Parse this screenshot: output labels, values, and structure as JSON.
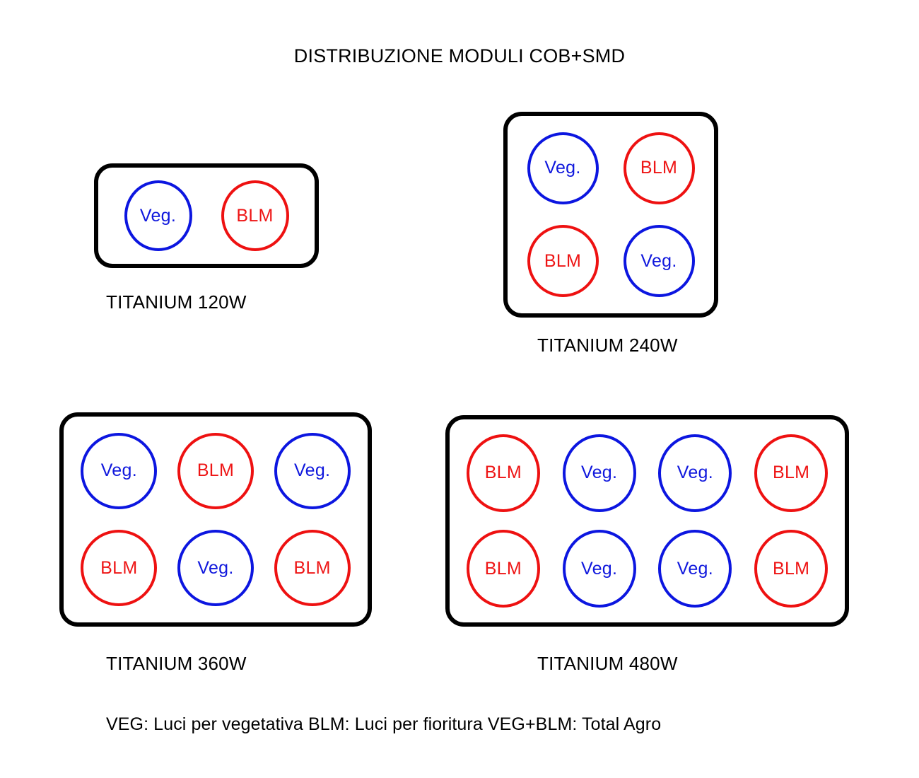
{
  "title": "DISTRIBUZIONE MODULI COB+SMD",
  "colors": {
    "veg": "#0c16e0",
    "blm": "#ee1111",
    "panel_border": "#000000",
    "background": "#ffffff",
    "text": "#000000"
  },
  "labels": {
    "veg": "Veg.",
    "blm": "BLM"
  },
  "fixtures": [
    {
      "id": "120",
      "caption": "TITANIUM 120W",
      "columns": 2,
      "rows": 1,
      "modules": [
        "Veg.",
        "BLM"
      ],
      "module_types": [
        "veg",
        "blm"
      ],
      "module_count": 2
    },
    {
      "id": "240",
      "caption": "TITANIUM 240W",
      "columns": 2,
      "rows": 2,
      "modules": [
        "Veg.",
        "BLM",
        "BLM",
        "Veg."
      ],
      "module_types": [
        "veg",
        "blm",
        "blm",
        "veg"
      ],
      "module_count": 4
    },
    {
      "id": "360",
      "caption": "TITANIUM 360W",
      "columns": 3,
      "rows": 2,
      "modules": [
        "Veg.",
        "BLM",
        "Veg.",
        "BLM",
        "Veg.",
        "BLM"
      ],
      "module_types": [
        "veg",
        "blm",
        "veg",
        "blm",
        "veg",
        "blm"
      ],
      "module_count": 6
    },
    {
      "id": "480",
      "caption": "TITANIUM 480W",
      "columns": 4,
      "rows": 2,
      "modules": [
        "BLM",
        "Veg.",
        "Veg.",
        "BLM",
        "BLM",
        "Veg.",
        "Veg.",
        "BLM"
      ],
      "module_types": [
        "blm",
        "veg",
        "veg",
        "blm",
        "blm",
        "veg",
        "veg",
        "blm"
      ],
      "module_count": 8
    }
  ],
  "legend": {
    "text": "VEG:  Luci per vegetativa  BLM: Luci per fioritura  VEG+BLM: Total Agro",
    "entries": [
      {
        "key": "VEG:",
        "description": "Luci per vegetativa"
      },
      {
        "key": "BLM:",
        "description": "Luci per fioritura"
      },
      {
        "key": "VEG+BLM:",
        "description": "Total Agro"
      }
    ]
  }
}
